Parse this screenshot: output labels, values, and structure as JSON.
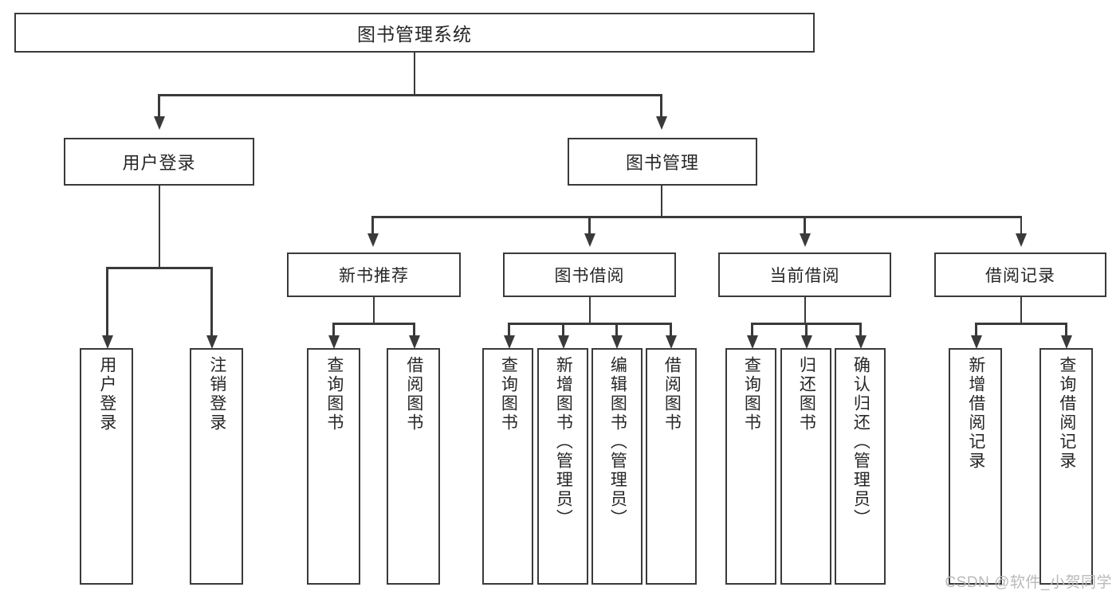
{
  "diagram": {
    "title": "图书管理系统",
    "type": "functional-structure-tree",
    "root": {
      "label": "图书管理系统"
    },
    "level1": [
      {
        "label": "用户登录"
      },
      {
        "label": "图书管理"
      }
    ],
    "level2": [
      {
        "label": "新书推荐"
      },
      {
        "label": "图书借阅"
      },
      {
        "label": "当前借阅"
      },
      {
        "label": "借阅记录"
      }
    ],
    "leaves": {
      "user_login": [
        {
          "label": "用户登录"
        },
        {
          "label": "注销登录"
        }
      ],
      "new_book_recommend": [
        {
          "label": "查询图书"
        },
        {
          "label": "借阅图书"
        }
      ],
      "book_borrow": [
        {
          "label": "查询图书"
        },
        {
          "label": "新增图书（管理员）"
        },
        {
          "label": "编辑图书（管理员）"
        },
        {
          "label": "借阅图书"
        }
      ],
      "current_borrow": [
        {
          "label": "查询图书"
        },
        {
          "label": "归还图书"
        },
        {
          "label": "确认归还（管理员）"
        }
      ],
      "borrow_record": [
        {
          "label": "新增借阅记录"
        },
        {
          "label": "查询借阅记录"
        }
      ]
    }
  },
  "watermark": {
    "text": "CSDN @软件_小贺同学"
  },
  "colors": {
    "background": "#ffffff",
    "border": "#3a3a3a",
    "text": "#262626",
    "watermark": "#b9b9b9"
  }
}
